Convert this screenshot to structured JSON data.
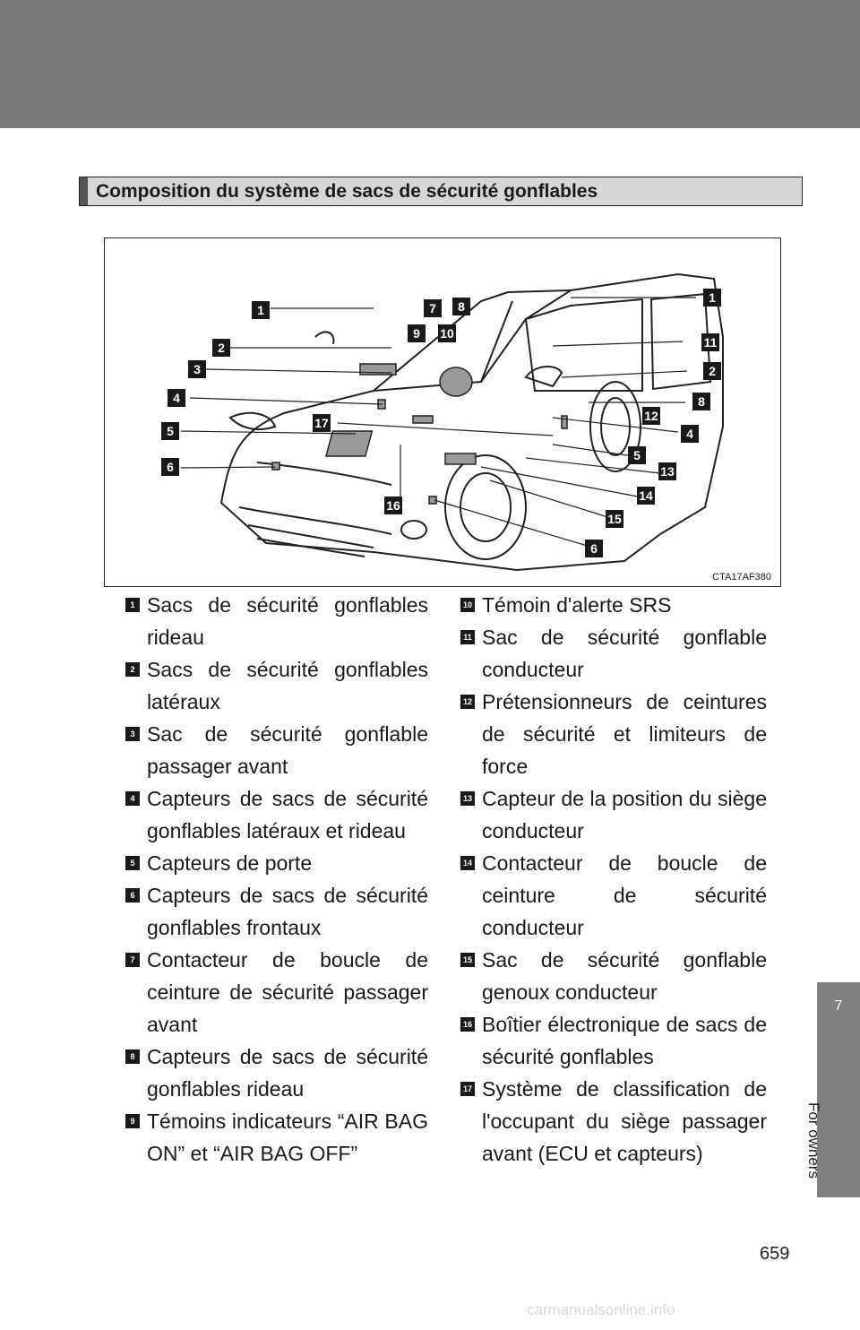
{
  "page_number": "659",
  "side_tab": {
    "chapter": "7",
    "label": "For owners"
  },
  "section_title": "Composition du système de sacs de sécurité gonflables",
  "figure": {
    "code": "CTA17AF380",
    "callouts": [
      "1",
      "7",
      "8",
      "1",
      "9",
      "10",
      "11",
      "2",
      "2",
      "3",
      "8",
      "4",
      "12",
      "4",
      "17",
      "5",
      "5",
      "13",
      "6",
      "14",
      "16",
      "15",
      "6"
    ]
  },
  "items_left": [
    {
      "num": "1",
      "text": "Sacs de sécurité gonflables rideau"
    },
    {
      "num": "2",
      "text": "Sacs de sécurité gonflables latéraux"
    },
    {
      "num": "3",
      "text": "Sac de sécurité gonflable passager avant"
    },
    {
      "num": "4",
      "text": "Capteurs de sacs de sécurité gonflables latéraux et rideau"
    },
    {
      "num": "5",
      "text": "Capteurs de porte"
    },
    {
      "num": "6",
      "text": "Capteurs de sacs de sécurité gonflables frontaux"
    },
    {
      "num": "7",
      "text": "Contacteur de boucle de ceinture de sécurité passager avant"
    },
    {
      "num": "8",
      "text": "Capteurs de sacs de sécurité gonflables rideau"
    },
    {
      "num": "9",
      "text": "Témoins indicateurs “AIR BAG ON” et “AIR BAG OFF”"
    }
  ],
  "items_right": [
    {
      "num": "10",
      "text": "Témoin d'alerte SRS"
    },
    {
      "num": "11",
      "text": "Sac de sécurité gonflable conducteur"
    },
    {
      "num": "12",
      "text": "Prétensionneurs de ceintures de sécurité et limiteurs de force"
    },
    {
      "num": "13",
      "text": "Capteur de la position du siège conducteur"
    },
    {
      "num": "14",
      "text": "Contacteur de boucle de ceinture de sécurité conducteur"
    },
    {
      "num": "15",
      "text": "Sac de sécurité gonflable genoux conducteur"
    },
    {
      "num": "16",
      "text": "Boîtier électronique de sacs de sécurité gonflables"
    },
    {
      "num": "17",
      "text": "Système de classification de l'occupant du siège passager avant (ECU et capteurs)"
    }
  ],
  "watermark": "carmanualsonline.info"
}
